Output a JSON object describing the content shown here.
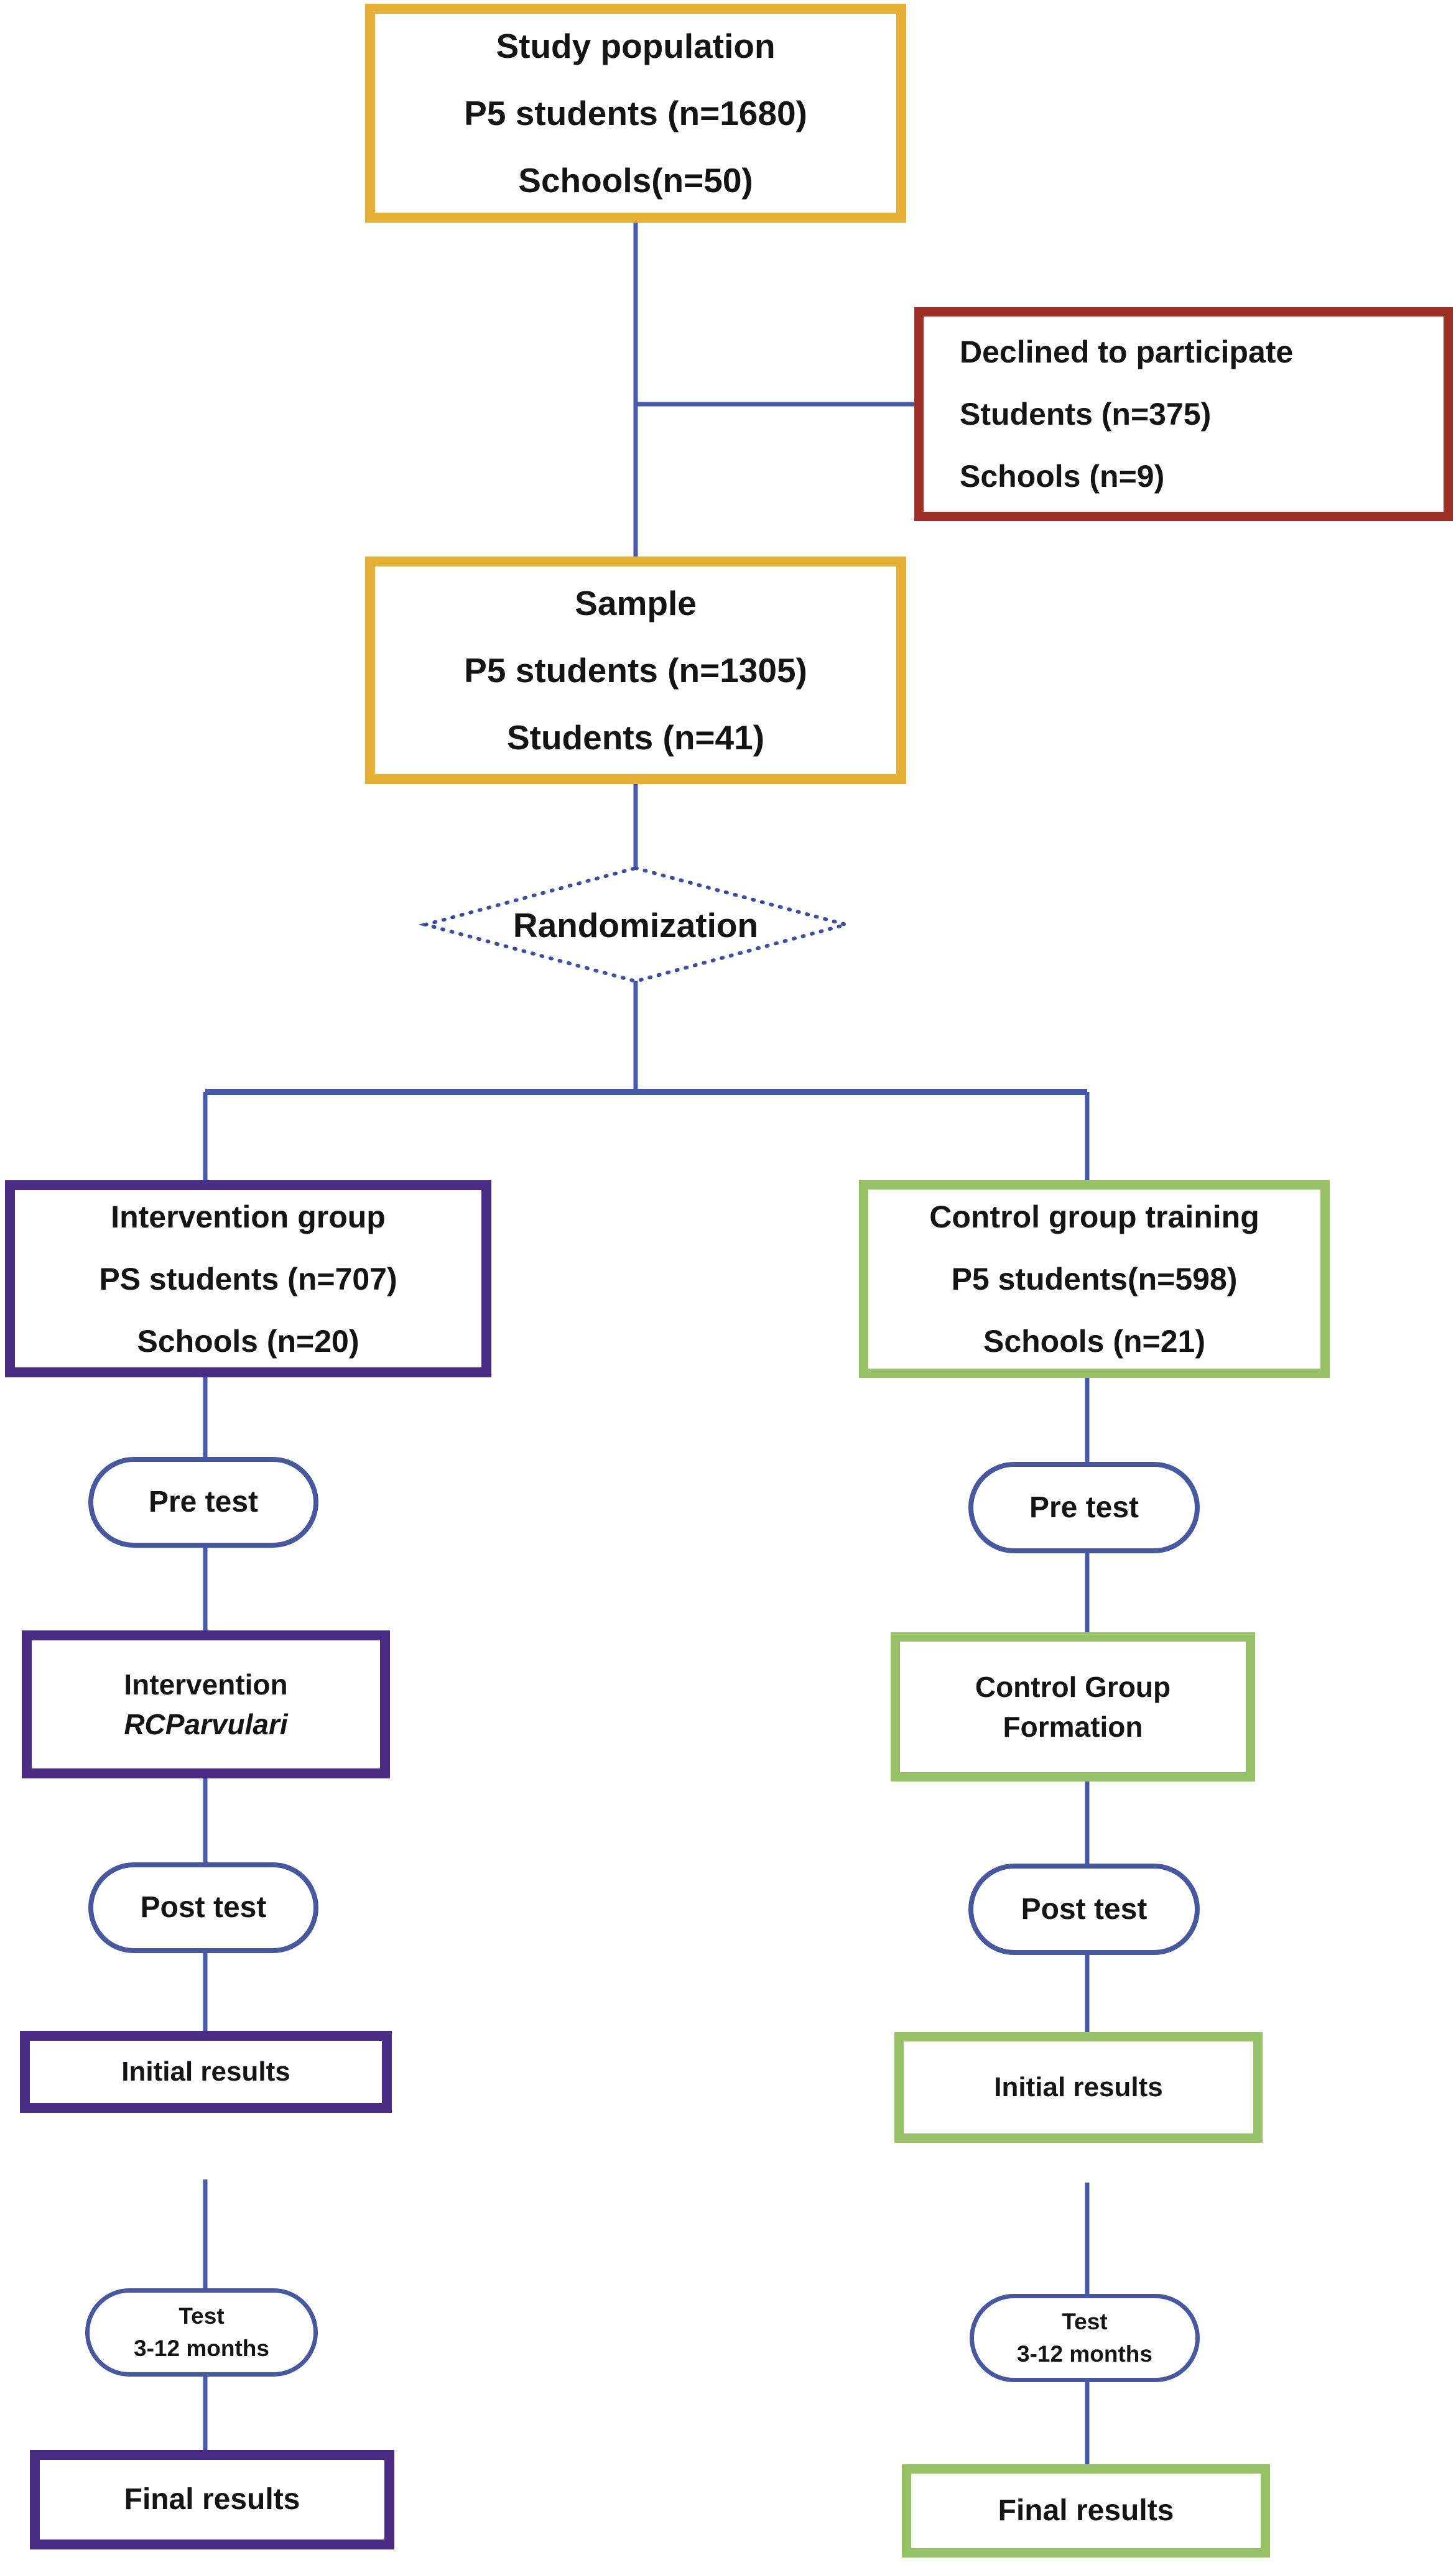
{
  "diagram": {
    "type": "study-flowchart",
    "colors": {
      "gold_border": "#e5af35",
      "red_border": "#9e2f26",
      "purple_border": "#4b2c85",
      "green_border": "#97c167",
      "blue_connector": "#4659a8",
      "text": "#141414"
    },
    "nodes": {
      "study_population": {
        "lines": [
          "Study population",
          "P5 students (n=1680)",
          "Schools(n=50)"
        ]
      },
      "declined": {
        "lines": [
          "Declined to participate",
          "Students (n=375)",
          "Schools (n=9)"
        ]
      },
      "sample": {
        "lines": [
          "Sample",
          "P5 students (n=1305)",
          "Students (n=41)"
        ]
      },
      "randomization": {
        "label": "Randomization"
      },
      "intervention_group": {
        "lines": [
          "Intervention group",
          "PS students (n=707)",
          "Schools (n=20)"
        ]
      },
      "control_group": {
        "lines": [
          "Control group training",
          "P5 students(n=598)",
          "Schools (n=21)"
        ]
      },
      "pre_test_left": {
        "label": "Pre test"
      },
      "pre_test_right": {
        "label": "Pre test"
      },
      "intervention": {
        "line1": "Intervention",
        "line2": "RCParvulari"
      },
      "control_formation": {
        "line1": "Control Group",
        "line2": "Formation"
      },
      "post_test_left": {
        "label": "Post test"
      },
      "post_test_right": {
        "label": "Post test"
      },
      "initial_results_left": {
        "label": "Initial results"
      },
      "initial_results_right": {
        "label": "Initial results"
      },
      "test_followup_left": {
        "line1": "Test",
        "line2": "3-12 months"
      },
      "test_followup_right": {
        "line1": "Test",
        "line2": "3-12 months"
      },
      "final_results_left": {
        "label": "Final results"
      },
      "final_results_right": {
        "label": "Final results"
      }
    }
  }
}
